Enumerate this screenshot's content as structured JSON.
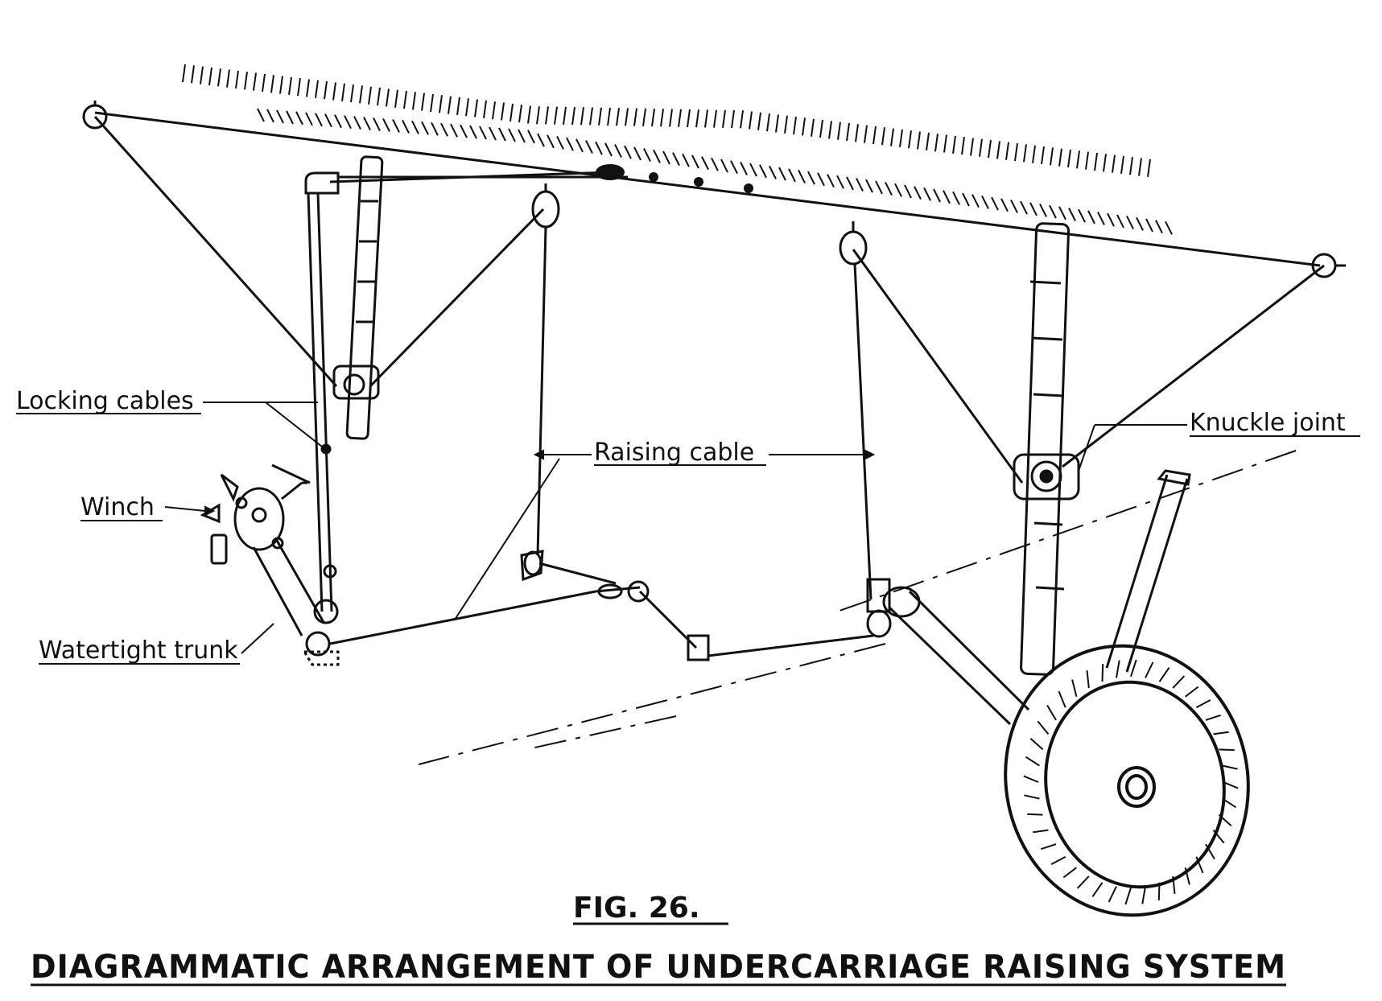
{
  "labels": {
    "locking_cables": "Locking cables",
    "raising_cable": "Raising cable",
    "knuckle_joint": "Knuckle joint",
    "winch": "Winch",
    "watertight_trunk": "Watertight trunk"
  },
  "figure": {
    "number": "FIG. 26.",
    "caption": "DIAGRAMMATIC ARRANGEMENT OF UNDERCARRIAGE RAISING SYSTEM"
  },
  "colors": {
    "ink": "#111111",
    "paper": "#ffffff"
  }
}
